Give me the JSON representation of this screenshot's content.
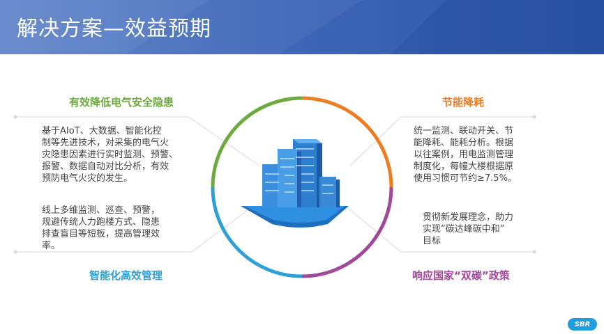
{
  "header": {
    "title": "解决方案—效益预期"
  },
  "quadrants": {
    "top_left": {
      "heading": "有效降低电气安全隐患",
      "text": "基于AIoT、大数据、智能化控\n制等先进技术，对采集的电气火\n灾隐患因素进行实时监测、预警、\n报警、数据自动对比分析，有效\n预防电气火灾的发生。",
      "color": "#6aab3c"
    },
    "top_right": {
      "heading": "节能降耗",
      "text": "统一监测、联动开关、节\n能降耗、能耗分析。根据\n以往案例，用电监测管理\n制度化，每幢大楼根据原\n使用习惯可节约≥7.5%。",
      "color": "#ee7d22"
    },
    "bottom_left": {
      "heading": "智能化高效管理",
      "text": "线上多维监测、巡查、预警，\n规避传统人力跑楼方式、隐患\n排查盲目等短板，提高管理效\n率。",
      "color": "#2f9fd8"
    },
    "bottom_right": {
      "heading": "响应国家“双碳”政策",
      "text": "贯彻新发展理念，助力\n实现”碳达峰碳中和”\n目标",
      "color": "#a2489a"
    }
  },
  "ring_colors": [
    "#6aab3c",
    "#ee7d22",
    "#a2489a",
    "#2f9fd8"
  ],
  "logo": {
    "text": "SBR"
  }
}
